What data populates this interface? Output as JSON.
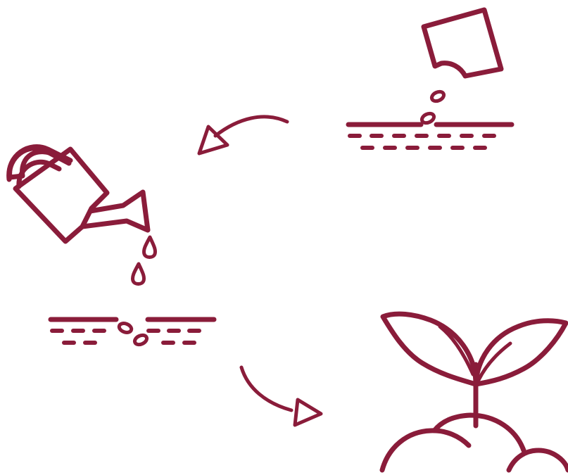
{
  "diagram": {
    "stroke_color": "#8a1c3a",
    "background_color": "#ffffff",
    "steps": [
      {
        "id": "sow-seeds",
        "icon": "seed-packet-sowing-icon"
      },
      {
        "id": "water-seeds",
        "icon": "watering-can-icon"
      },
      {
        "id": "seedling-grows",
        "icon": "sprout-icon"
      }
    ],
    "arrows": [
      {
        "from": "sow-seeds",
        "to": "water-seeds",
        "icon": "curved-arrow-icon"
      },
      {
        "from": "water-seeds",
        "to": "seedling-grows",
        "icon": "curved-arrow-icon"
      }
    ]
  }
}
